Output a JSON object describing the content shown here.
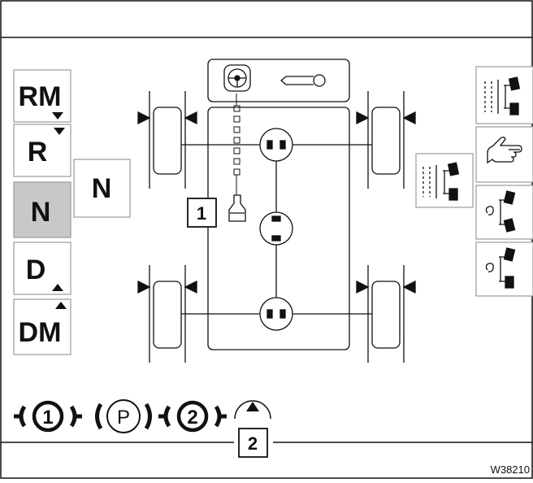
{
  "gears": [
    {
      "label": "RM",
      "arrow": "down",
      "selected": false
    },
    {
      "label": "R",
      "arrow": "down",
      "selected": false
    },
    {
      "label": "N",
      "arrow": "none",
      "selected": true
    },
    {
      "label": "D",
      "arrow": "up",
      "selected": false
    },
    {
      "label": "DM",
      "arrow": "up",
      "selected": false
    }
  ],
  "current_gear_display": "N",
  "callouts": {
    "one": "1",
    "two": "2"
  },
  "status_symbols": {
    "brake_circuit_1": "1",
    "parking_brake": "P",
    "brake_circuit_2": "2"
  },
  "drawing_ref": "W38210",
  "colors": {
    "selected_gear_fill": "#c8c8c8",
    "line": "#111111",
    "background": "#ffffff"
  }
}
